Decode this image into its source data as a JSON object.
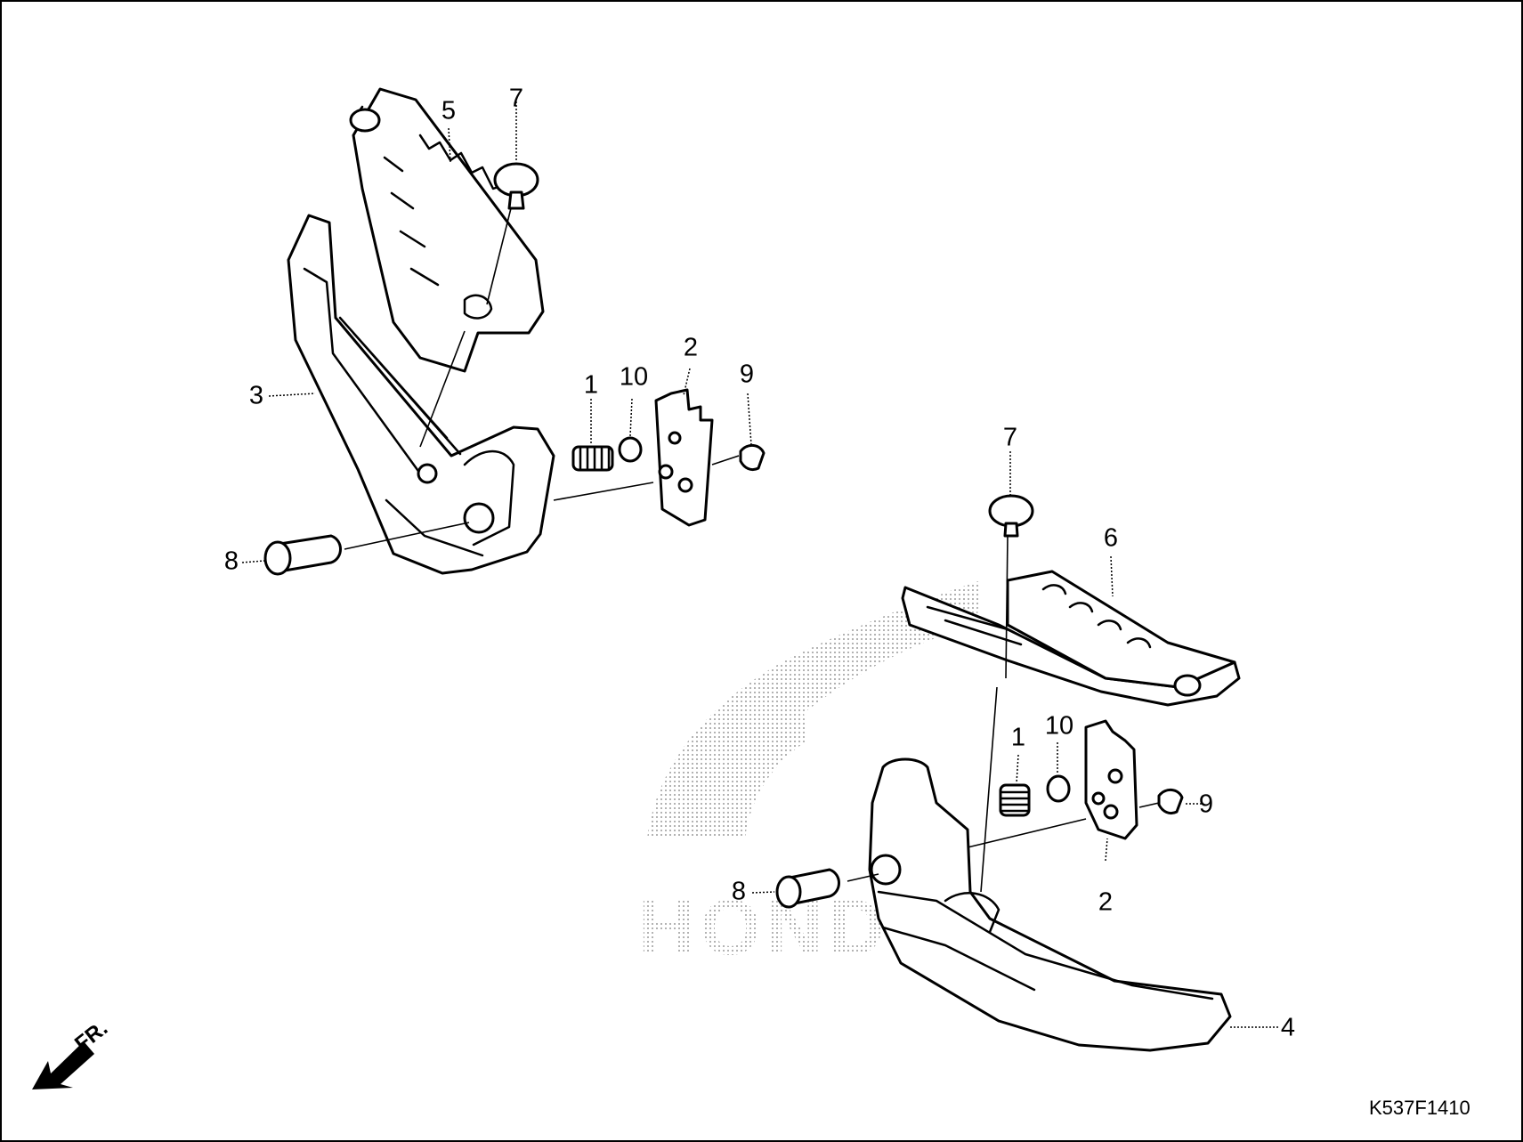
{
  "diagram": {
    "drawing_code": "K537F1410",
    "direction_label": "FR.",
    "watermark": "HONDA",
    "callouts": [
      {
        "id": "c1-left",
        "text": "1"
      },
      {
        "id": "c10-left",
        "text": "10"
      },
      {
        "id": "c2-left",
        "text": "2"
      },
      {
        "id": "c9-left",
        "text": "9"
      },
      {
        "id": "c3",
        "text": "3"
      },
      {
        "id": "c5",
        "text": "5"
      },
      {
        "id": "c7-left",
        "text": "7"
      },
      {
        "id": "c8-left",
        "text": "8"
      },
      {
        "id": "c7-right",
        "text": "7"
      },
      {
        "id": "c6",
        "text": "6"
      },
      {
        "id": "c1-right",
        "text": "1"
      },
      {
        "id": "c10-right",
        "text": "10"
      },
      {
        "id": "c9-right",
        "text": "9"
      },
      {
        "id": "c2-right",
        "text": "2"
      },
      {
        "id": "c8-right",
        "text": "8"
      },
      {
        "id": "c4",
        "text": "4"
      }
    ]
  }
}
